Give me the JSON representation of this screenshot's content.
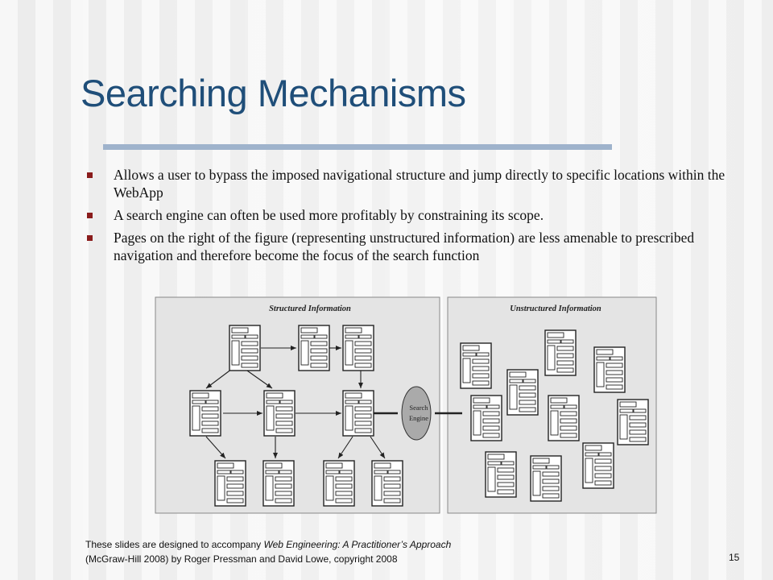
{
  "slide": {
    "title": "Searching Mechanisms",
    "bullets": [
      "Allows a user to bypass the imposed navigational structure and jump directly to specific locations within the WebApp",
      "A search engine can often be used more profitably by constraining its scope.",
      "Pages on the right of the figure (representing unstructured information) are less amenable to prescribed navigation and therefore become the focus of the search function"
    ],
    "footer": {
      "line1_prefix": "These slides are designed to accompany ",
      "line1_italic": "Web Engineering: A Practitioner’s Approach",
      "line2": "(McGraw-Hill 2008) by Roger Pressman and David Lowe, copyright 2008"
    },
    "page_number": "15"
  },
  "figure": {
    "structured_title": "Structured Information",
    "unstructured_title": "Unstructured Information",
    "search_engine_line1": "Search",
    "search_engine_line2": "Engine"
  },
  "colors": {
    "title": "#1f4e79",
    "rule": "#9fb3cc",
    "bullet": "#8a1c1c"
  }
}
